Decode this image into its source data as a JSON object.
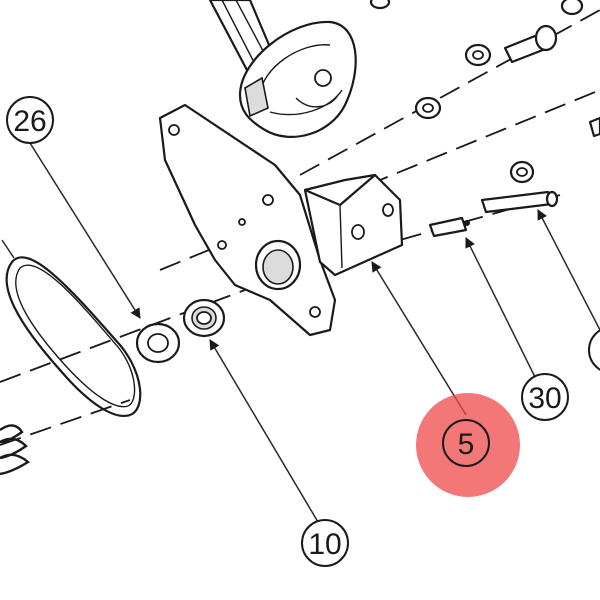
{
  "callouts": [
    {
      "id": "26",
      "label": "26"
    },
    {
      "id": "10",
      "label": "10"
    },
    {
      "id": "5",
      "label": "5",
      "highlight_color": "#f04a4a"
    },
    {
      "id": "30",
      "label": "30"
    }
  ],
  "colors": {
    "ink": "#1a1a1a",
    "highlight": "#f04a4a",
    "background": "#ffffff"
  }
}
